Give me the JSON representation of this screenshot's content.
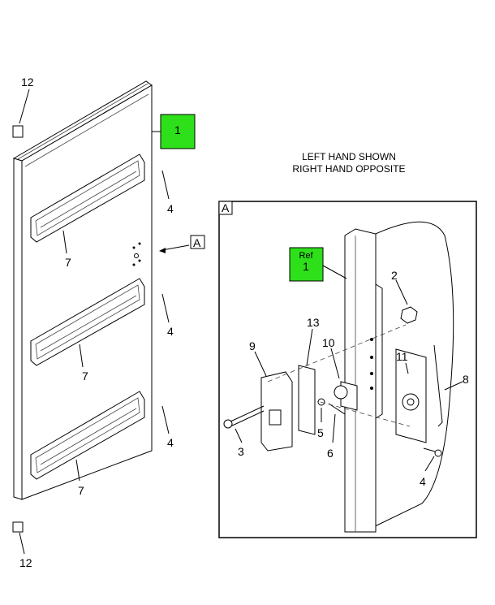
{
  "header": {
    "line1": "LEFT HAND SHOWN",
    "line2": "RIGHT HAND OPPOSITE"
  },
  "colors": {
    "highlight": "#2ee01a"
  },
  "callouts": {
    "top_12": "12",
    "bottom_12": "12",
    "panel_1": "1",
    "detail_ref_A": "A",
    "c4a": "4",
    "c4b": "4",
    "c4c": "4",
    "c7a": "7",
    "c7b": "7",
    "c7c": "7"
  },
  "detail": {
    "label": "A",
    "ref_text": "Ref",
    "ref_num": "1",
    "c2": "2",
    "c13": "13",
    "c10": "10",
    "c9": "9",
    "c11": "11",
    "c8": "8",
    "c5": "5",
    "c3": "3",
    "c6": "6",
    "c4": "4"
  }
}
